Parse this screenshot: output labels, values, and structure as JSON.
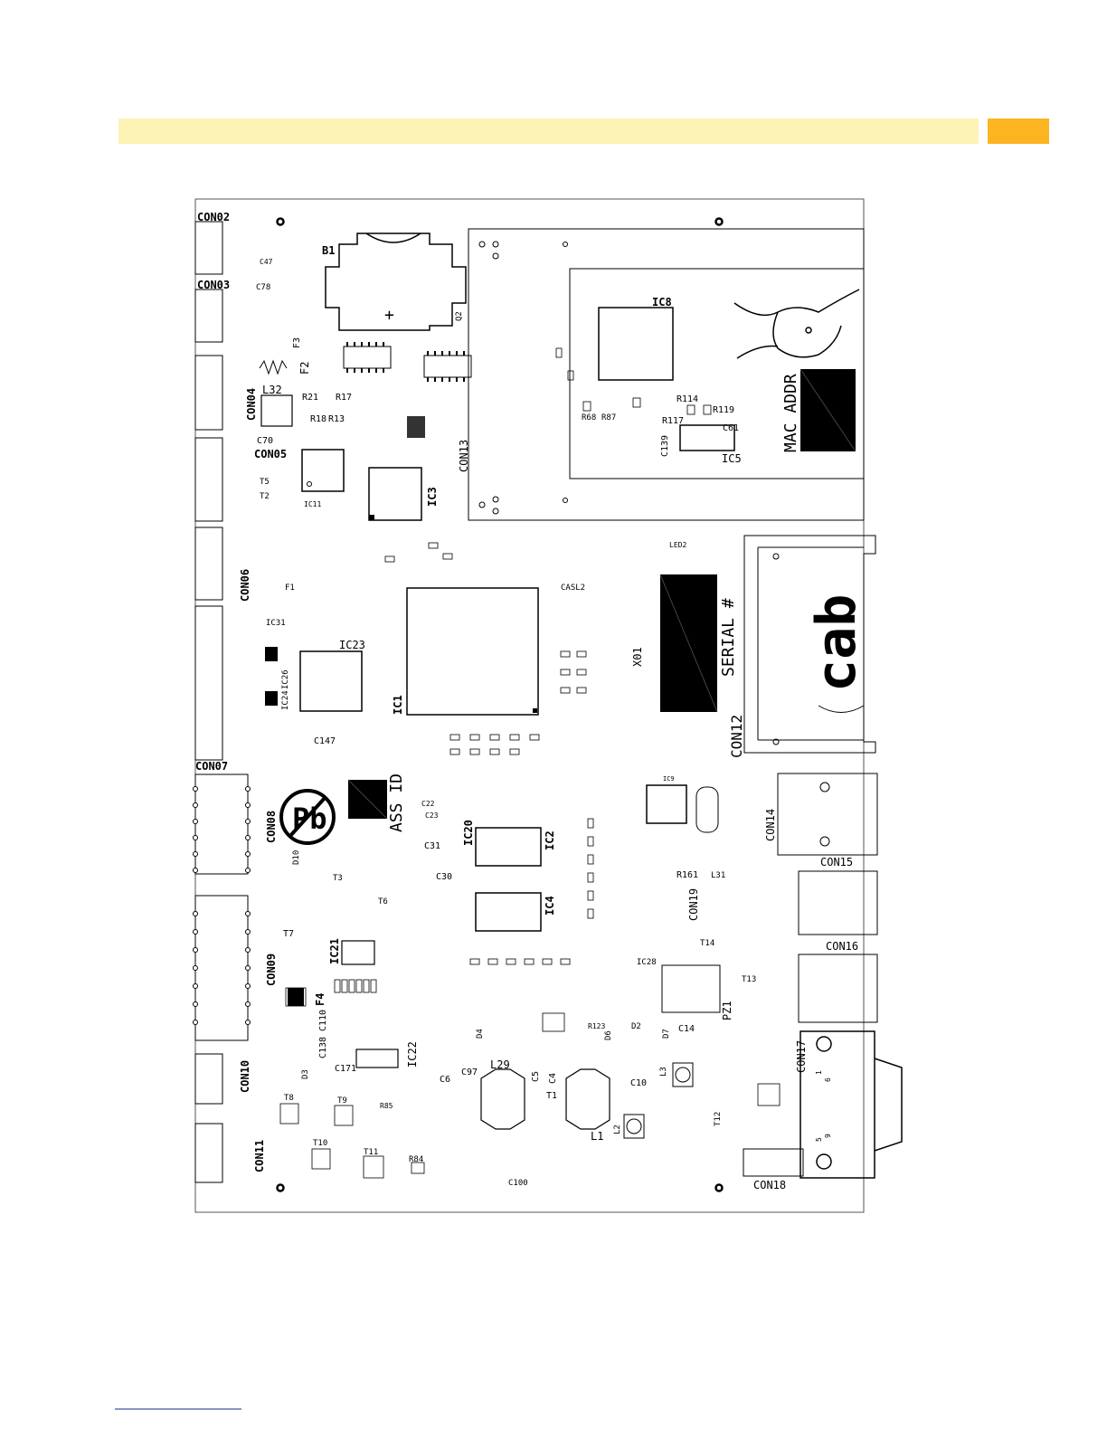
{
  "page": {
    "accent_bar_color": "#fdf3b5",
    "accent_tab_color": "#fcb421",
    "footer_rule_color": "#2a3e9a"
  },
  "board": {
    "connectors": [
      "CON02",
      "CON03",
      "CON04",
      "CON05",
      "CON06",
      "CON07",
      "CON08",
      "CON09",
      "CON10",
      "CON11",
      "CON12",
      "CON13",
      "CON14",
      "CON15",
      "CON16",
      "CON17",
      "CON18",
      "CON19"
    ],
    "ics": [
      "IC1",
      "IC2",
      "IC3",
      "IC4",
      "IC5",
      "IC8",
      "IC9",
      "IC11",
      "IC20",
      "IC21",
      "IC22",
      "IC23",
      "IC24",
      "IC26",
      "IC28",
      "IC31"
    ],
    "inductors": [
      "L1",
      "L2",
      "L3",
      "L29",
      "L31",
      "L32"
    ],
    "fuses": [
      "F1",
      "F2",
      "F3",
      "F4"
    ],
    "transistors": [
      "T1",
      "T2",
      "T3",
      "T5",
      "T6",
      "T7",
      "T8",
      "T9",
      "T10",
      "T11",
      "T12",
      "T13",
      "T14"
    ],
    "resistors": [
      "R21",
      "R17",
      "R18",
      "R13",
      "R114",
      "R119",
      "R117",
      "R68",
      "R87",
      "R161",
      "R84",
      "R85",
      "R123"
    ],
    "capacitors": [
      "C47",
      "C78",
      "C70",
      "C31",
      "C30",
      "C97",
      "C6",
      "C5",
      "C4",
      "C10",
      "C14",
      "C61",
      "C139",
      "C147",
      "C171",
      "C138",
      "C110",
      "C22",
      "C23",
      "C100"
    ],
    "misc": {
      "battery": "B1",
      "crystal": "X01",
      "buzzer": "PZ1",
      "led": "LED2",
      "casl": "CASL2",
      "diode_d2": "D2",
      "diode_d3": "D3",
      "diode_d4": "D4",
      "diode_d6": "D6",
      "diode_d7": "D7",
      "diode_d10": "D10",
      "q2": "Q2"
    },
    "labels": {
      "mac_addr": "MAC ADDR",
      "serial": "SERIAL #",
      "ass_id": "ASS ID",
      "brand": "cab",
      "plus": "+",
      "pin1": "1",
      "pin5": "5",
      "pin6": "6",
      "pin9": "9"
    }
  }
}
